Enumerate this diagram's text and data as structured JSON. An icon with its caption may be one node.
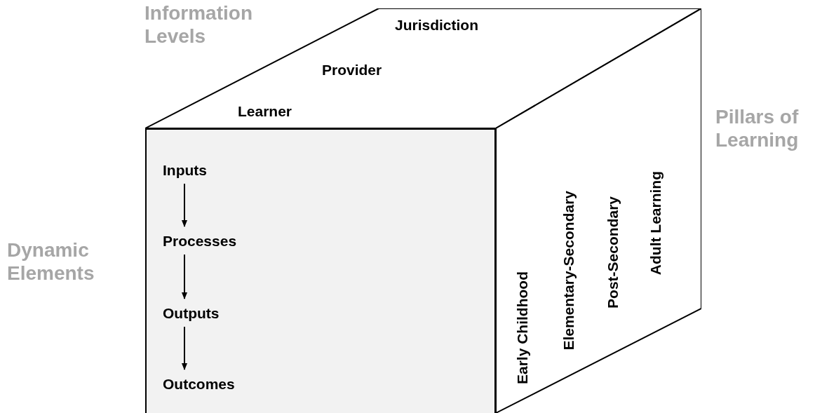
{
  "diagram": {
    "nodes": [
      {
        "text": [
          "Jurisdiction",
          "Provider",
          "Learner"
        ]
      },
      {
        "text": [],
        "shape": "box"
      },
      {
        "text": [
          "Inputs"
        ],
        "in": 1
      },
      {
        "text": [
          "Processes"
        ],
        "in": 1
      },
      {
        "text": [
          "Outputs"
        ],
        "in": 1
      },
      {
        "text": [
          "Outcomes"
        ],
        "in": 1
      },
      {
        "text": [
          "Early Childhood",
          "Elementary-Secondary",
          "Post-Secondary",
          "Adult Learning"
        ]
      }
    ],
    "edges": [
      {
        "from": 2,
        "to": 3,
        "arrow": "to"
      },
      {
        "from": 3,
        "to": 4,
        "arrow": "to"
      },
      {
        "from": 4,
        "to": 5,
        "arrow": "to"
      }
    ],
    "labels": [
      "Information Levels",
      "Pillars of Learning",
      "Dynamic Elements"
    ]
  }
}
